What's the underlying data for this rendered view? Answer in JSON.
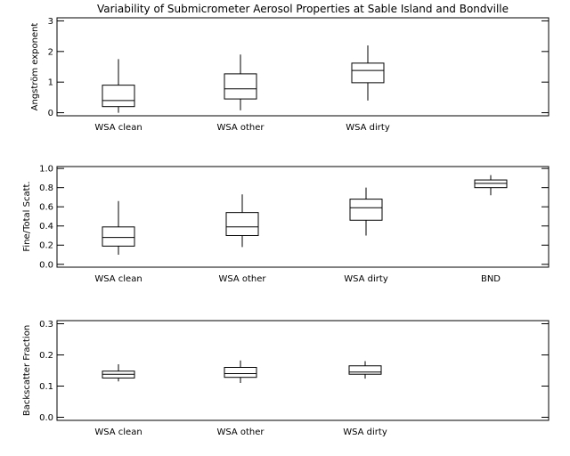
{
  "chart_data": {
    "type": "box",
    "title": "Variability of Submicrometer Aerosol Properties at Sable Island and Bondville",
    "panels": [
      {
        "ylabel": "Angström exponent",
        "ylim": [
          -0.1,
          3.1
        ],
        "yticks": [
          0,
          1,
          2,
          3
        ],
        "ytick_labels": [
          "0",
          "1",
          "2",
          "3"
        ],
        "categories": [
          "WSA clean",
          "WSA other",
          "WSA dirty",
          ""
        ],
        "boxes": [
          {
            "min": 0.0,
            "q1": 0.2,
            "median": 0.4,
            "q3": 0.9,
            "max": 1.75
          },
          {
            "min": 0.08,
            "q1": 0.45,
            "median": 0.78,
            "q3": 1.27,
            "max": 1.9
          },
          {
            "min": 0.4,
            "q1": 0.98,
            "median": 1.38,
            "q3": 1.62,
            "max": 2.2
          },
          null
        ]
      },
      {
        "ylabel": "Fine/Total Scatt.",
        "ylim": [
          -0.03,
          1.02
        ],
        "yticks": [
          0,
          0.2,
          0.4,
          0.6,
          0.8,
          1.0
        ],
        "ytick_labels": [
          "0.0",
          "0.2",
          "0.4",
          "0.6",
          "0.8",
          "1.0"
        ],
        "categories": [
          "WSA clean",
          "WSA other",
          "WSA dirty",
          "BND"
        ],
        "boxes": [
          {
            "min": 0.1,
            "q1": 0.19,
            "median": 0.28,
            "q3": 0.39,
            "max": 0.66
          },
          {
            "min": 0.18,
            "q1": 0.3,
            "median": 0.39,
            "q3": 0.54,
            "max": 0.73
          },
          {
            "min": 0.3,
            "q1": 0.46,
            "median": 0.59,
            "q3": 0.68,
            "max": 0.8
          },
          {
            "min": 0.72,
            "q1": 0.8,
            "median": 0.845,
            "q3": 0.88,
            "max": 0.93
          }
        ]
      },
      {
        "ylabel": "Backscatter Fraction",
        "ylim": [
          -0.01,
          0.31
        ],
        "yticks": [
          0,
          0.1,
          0.2,
          0.3
        ],
        "ytick_labels": [
          "0.0",
          "0.1",
          "0.2",
          "0.3"
        ],
        "categories": [
          "WSA clean",
          "WSA other",
          "WSA dirty",
          ""
        ],
        "boxes": [
          {
            "min": 0.115,
            "q1": 0.126,
            "median": 0.138,
            "q3": 0.148,
            "max": 0.17
          },
          {
            "min": 0.11,
            "q1": 0.128,
            "median": 0.14,
            "q3": 0.16,
            "max": 0.182
          },
          {
            "min": 0.124,
            "q1": 0.138,
            "median": 0.145,
            "q3": 0.165,
            "max": 0.18
          },
          null
        ]
      }
    ],
    "grid": false
  }
}
